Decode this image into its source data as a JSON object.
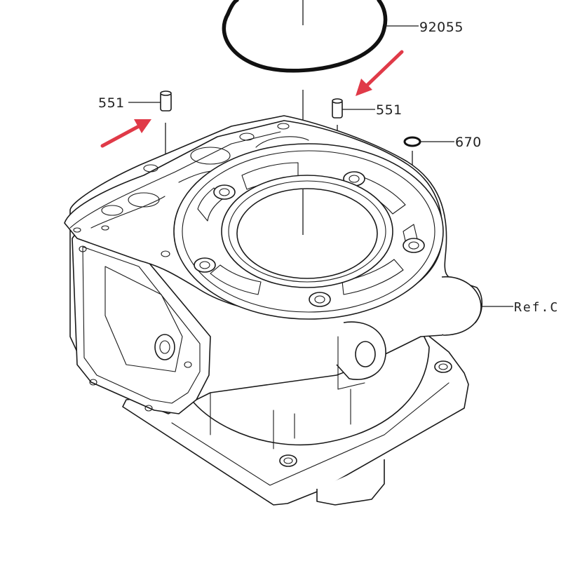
{
  "callouts": {
    "gasket_ring": "92055",
    "dowel_pin_left": "551",
    "dowel_pin_right": "551",
    "o_ring": "670",
    "reference": "Ref.C"
  },
  "colors": {
    "arrow": "#e03a48",
    "line": "#1a1a1a",
    "background": "#ffffff"
  }
}
